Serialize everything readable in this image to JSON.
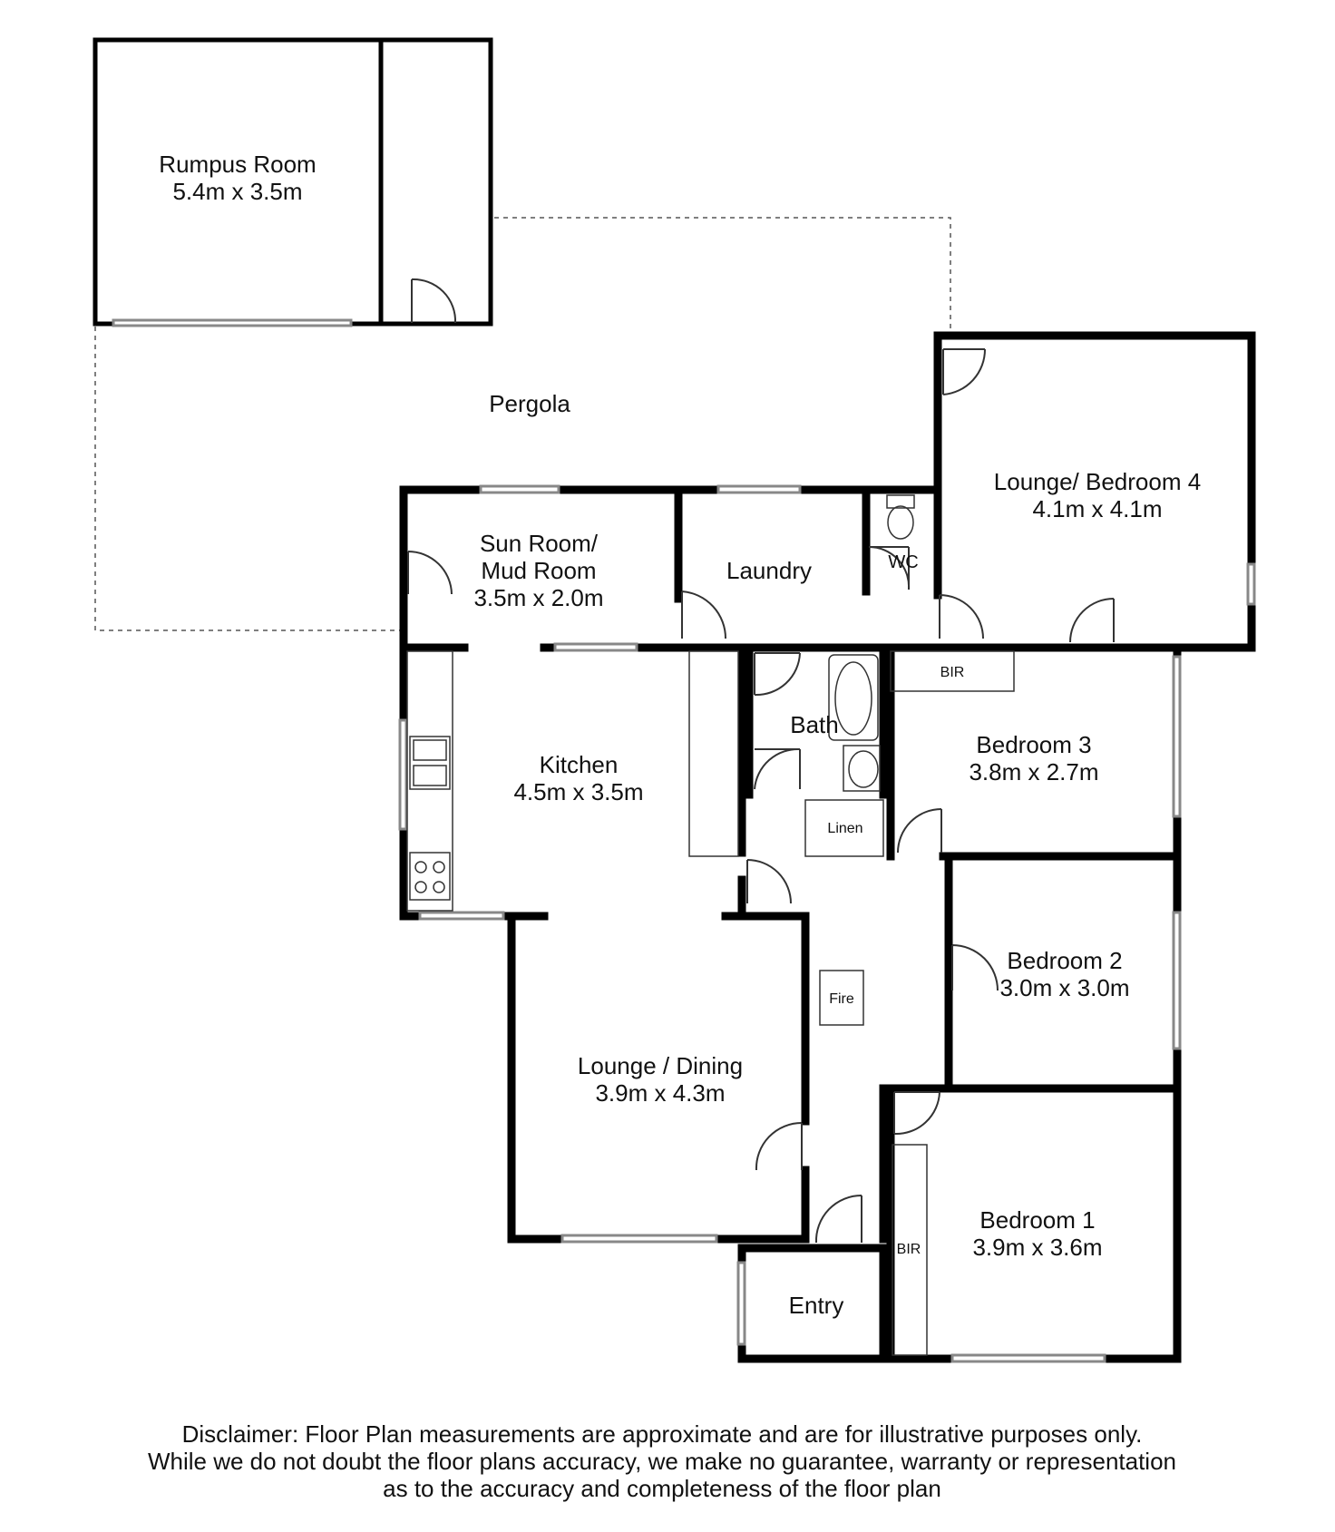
{
  "rooms": {
    "rumpus": {
      "name": "Rumpus Room",
      "size": "5.4m x 3.5m"
    },
    "pergola": {
      "name": "Pergola"
    },
    "lounge_bed4": {
      "name": "Lounge/ Bedroom 4",
      "size": "4.1m x 4.1m"
    },
    "sunroom": {
      "line1": "Sun Room/",
      "line2": "Mud Room",
      "size": "3.5m x 2.0m"
    },
    "laundry": {
      "name": "Laundry"
    },
    "wc": {
      "name": "WC"
    },
    "bir_top": {
      "name": "BIR"
    },
    "bath": {
      "name": "Bath"
    },
    "bedroom3": {
      "name": "Bedroom 3",
      "size": "3.8m x 2.7m"
    },
    "kitchen": {
      "name": "Kitchen",
      "size": "4.5m x 3.5m"
    },
    "linen": {
      "name": "Linen"
    },
    "bedroom2": {
      "name": "Bedroom 2",
      "size": "3.0m x 3.0m"
    },
    "fire": {
      "name": "Fire"
    },
    "lounge_dining": {
      "name": "Lounge / Dining",
      "size": "3.9m x 4.3m"
    },
    "bedroom1": {
      "name": "Bedroom 1",
      "size": "3.9m x 3.6m"
    },
    "bir_bed1": {
      "name": "BIR"
    },
    "entry": {
      "name": "Entry"
    }
  },
  "disclaimer": {
    "line1": "Disclaimer: Floor Plan measurements are approximate and are for illustrative purposes only.",
    "line2": "While we do not doubt the floor plans accuracy, we make no guarantee, warranty or representation",
    "line3": "as to the accuracy and completeness of the floor plan"
  },
  "colors": {
    "wall": "#000000",
    "fixture": "#333333",
    "window": "#999999",
    "background": "#ffffff"
  }
}
